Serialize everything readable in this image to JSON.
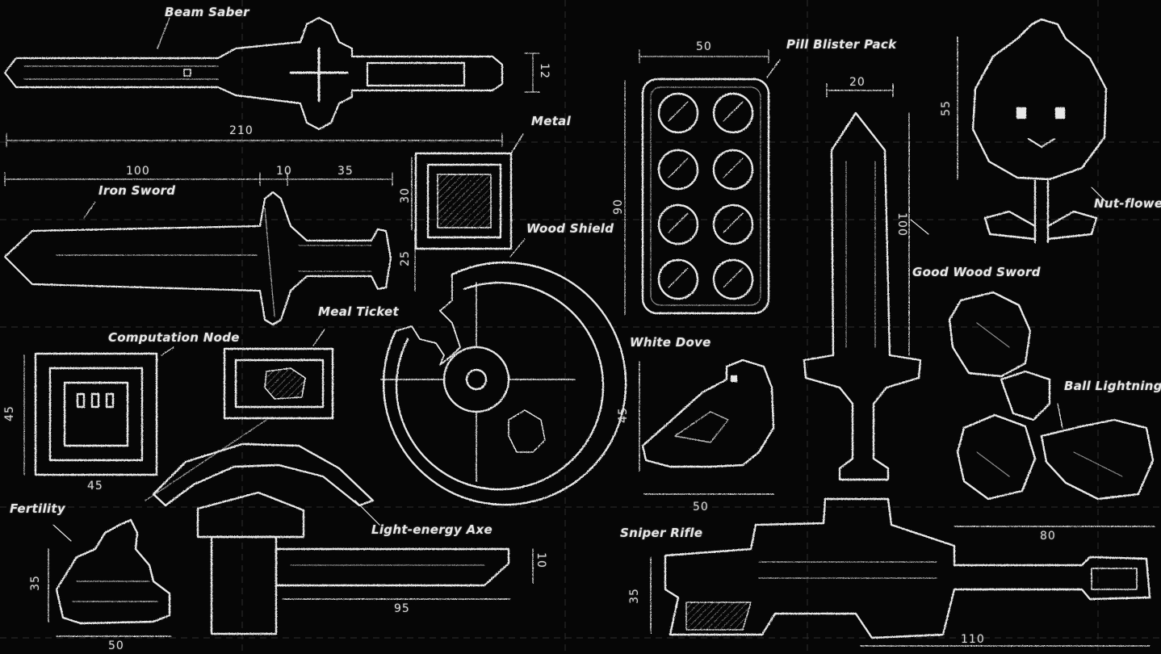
{
  "colors": {
    "background": "#060606",
    "chalk": "#e6e6e6",
    "grid": "#3a3a3a"
  },
  "labels": {
    "beam_saber": "Beam Saber",
    "iron_sword": "Iron Sword",
    "metal": "Metal",
    "wood_shield": "Wood Shield",
    "meal_ticket": "Meal Ticket",
    "computation_node": "Computation Node",
    "fertility": "Fertility",
    "light_energy_axe": "Light-energy Axe",
    "pill_blister_pack": "Pill Blister Pack",
    "good_wood_sword": "Good Wood Sword",
    "white_dove": "White Dove",
    "sniper_rifle": "Sniper Rifle",
    "nut_flower": "Nut-flower",
    "ball_lightning": "Ball Lightning"
  },
  "dimensions": {
    "beam_saber_length": "210",
    "beam_saber_height": "12",
    "iron_sword_blade": "100",
    "iron_sword_guard": "10",
    "iron_sword_handle": "35",
    "metal_height": "30",
    "iron_sword_height": "25",
    "computation_node_width": "45",
    "computation_node_height": "45",
    "fertility_width": "50",
    "fertility_height": "35",
    "axe_length": "95",
    "axe_height": "10",
    "pill_width": "50",
    "pill_height": "90",
    "good_sword_width": "20",
    "good_sword_height": "100",
    "dove_width": "50",
    "dove_height": "45",
    "rifle_width": "110",
    "rifle_height": "35",
    "nut_flower_height": "55",
    "ball_lightning_width": "80"
  }
}
